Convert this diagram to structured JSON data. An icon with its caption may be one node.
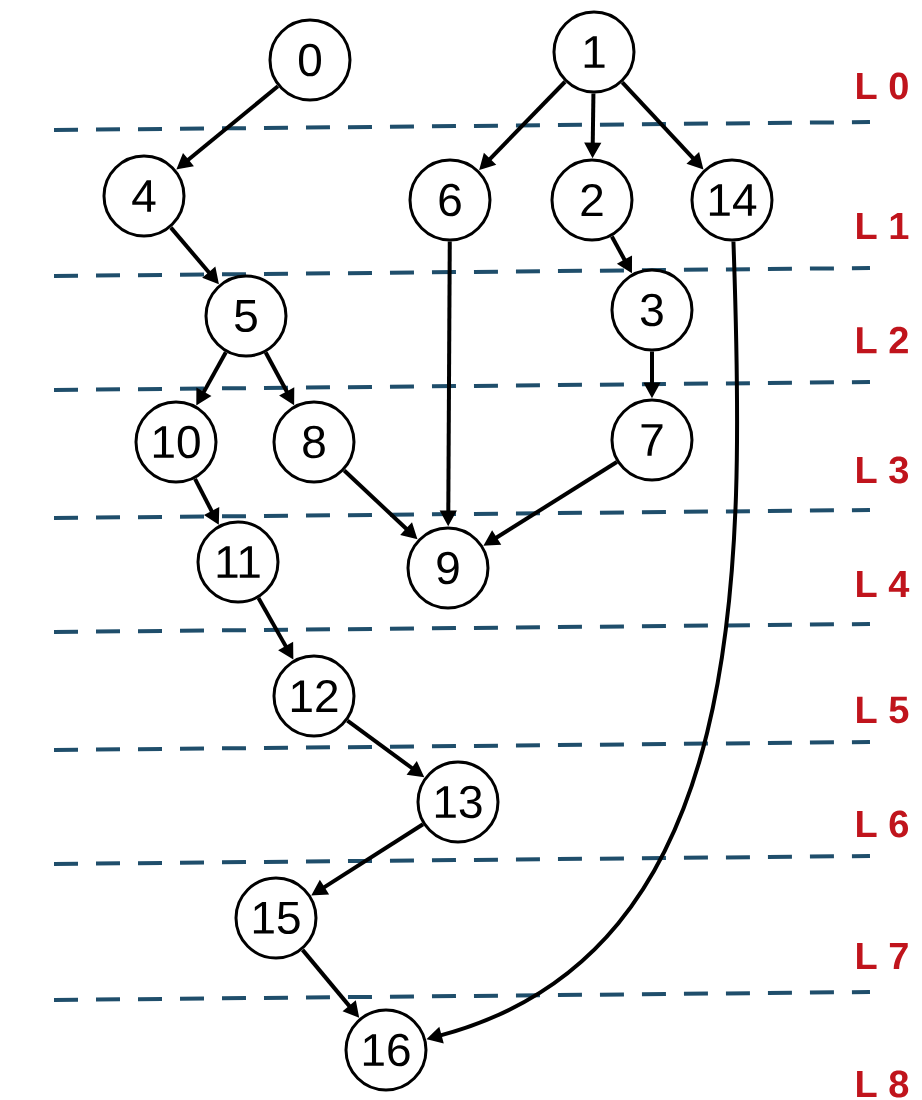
{
  "diagram": {
    "nodes": [
      {
        "text": [
          "0"
        ]
      },
      {
        "text": [
          "1"
        ]
      },
      {
        "text": [
          "4"
        ]
      },
      {
        "text": [
          "6"
        ]
      },
      {
        "text": [
          "2"
        ]
      },
      {
        "text": [
          "14"
        ]
      },
      {
        "text": [
          "5"
        ]
      },
      {
        "text": [
          "3"
        ]
      },
      {
        "text": [
          "10"
        ]
      },
      {
        "text": [
          "8"
        ]
      },
      {
        "text": [
          "7"
        ]
      },
      {
        "text": [
          "11"
        ]
      },
      {
        "text": [
          "9"
        ]
      },
      {
        "text": [
          "12"
        ]
      },
      {
        "text": [
          "13"
        ]
      },
      {
        "text": [
          "15"
        ]
      },
      {
        "text": [
          "16"
        ]
      }
    ],
    "edges": [
      {
        "from": 0,
        "to": 2,
        "arrow": "to"
      },
      {
        "from": 1,
        "to": 3,
        "arrow": "to"
      },
      {
        "from": 1,
        "to": 4,
        "arrow": "to"
      },
      {
        "from": 1,
        "to": 5,
        "arrow": "to"
      },
      {
        "from": 2,
        "to": 6,
        "arrow": "to"
      },
      {
        "from": 4,
        "to": 7,
        "arrow": "to"
      },
      {
        "from": 6,
        "to": 8,
        "arrow": "to"
      },
      {
        "from": 6,
        "to": 9,
        "arrow": "to"
      },
      {
        "from": 7,
        "to": 10,
        "arrow": "to"
      },
      {
        "from": 3,
        "to": 12,
        "arrow": "to"
      },
      {
        "from": 9,
        "to": 12,
        "arrow": "to"
      },
      {
        "from": 10,
        "to": 12,
        "arrow": "to"
      },
      {
        "from": 8,
        "to": 11,
        "arrow": "to"
      },
      {
        "from": 11,
        "to": 13,
        "arrow": "to"
      },
      {
        "from": 13,
        "to": 14,
        "arrow": "to"
      },
      {
        "from": 14,
        "to": 15,
        "arrow": "to"
      },
      {
        "from": 15,
        "to": 16,
        "arrow": "to"
      },
      {
        "from": 5,
        "to": 16,
        "arrow": "to"
      }
    ],
    "labels": [
      "L 0",
      "L 1",
      "L 2",
      "L 3",
      "L 4",
      "L 5",
      "L 6",
      "L 7",
      "L 8"
    ]
  }
}
